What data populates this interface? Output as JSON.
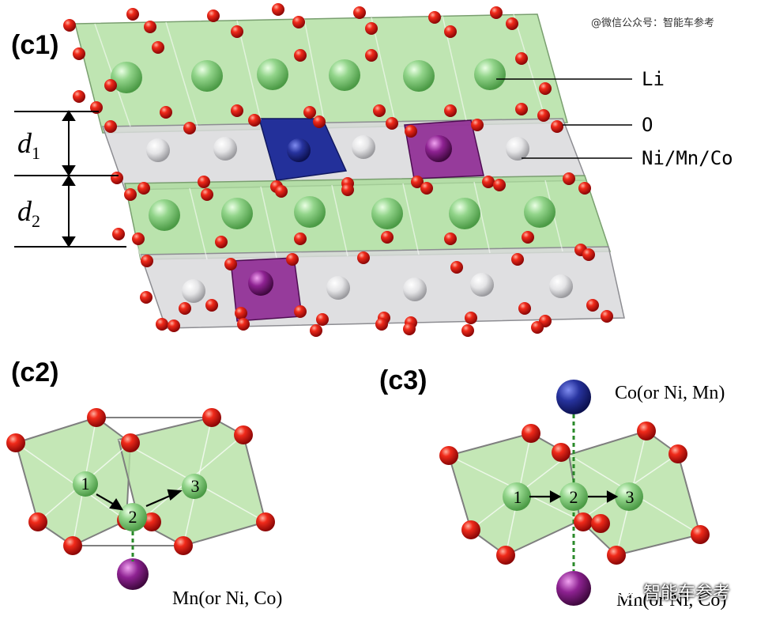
{
  "panels": {
    "c1": "(c1)",
    "c2": "(c2)",
    "c3": "(c3)"
  },
  "c1_legend": {
    "li": "Li",
    "o": "O",
    "tm": "Ni/Mn/Co"
  },
  "spacing": {
    "d1": "d",
    "d1_sub": "1",
    "d2": "d",
    "d2_sub": "2"
  },
  "c2": {
    "site1": "1",
    "site2": "2",
    "site3": "3",
    "cation_label": "Mn(or Ni, Co)"
  },
  "c3": {
    "site1": "1",
    "site2": "2",
    "site3": "3",
    "top_cation_label": "Co(or Ni, Mn)",
    "bottom_cation_label": "Mn(or Ni, Co)"
  },
  "watermark": {
    "top": "@微信公众号：智能车参考",
    "bottom": "智能车参考"
  },
  "colors": {
    "li": "#8fd08a",
    "oxygen": "#e01010",
    "tm": "#e8e8ea",
    "co_blue": "#23309a",
    "mn_purple": "#8a1f8e",
    "li_octa": "#b9e3a8",
    "tm_octa": "#d6d6d9"
  }
}
